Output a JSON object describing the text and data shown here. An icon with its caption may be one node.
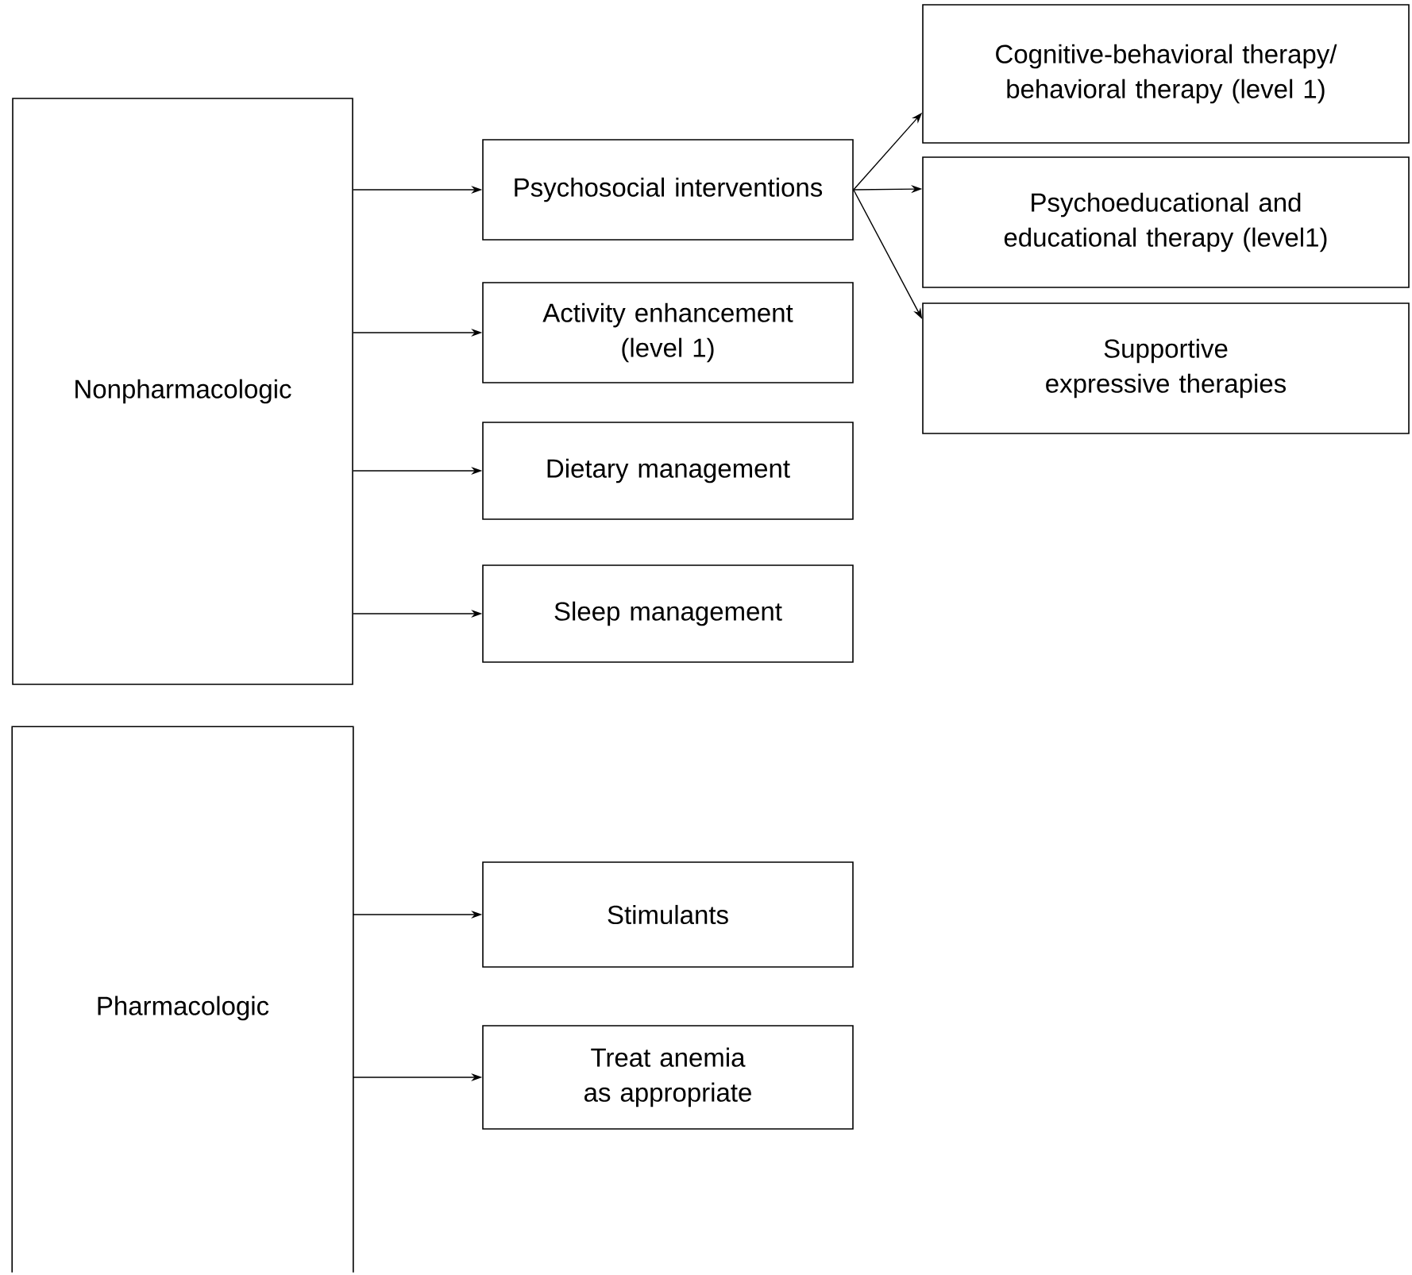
{
  "diagram": {
    "nodes": [
      {
        "text": [
          "Nonpharmacologic"
        ]
      },
      {
        "text": [
          "Psychosocial interventions"
        ]
      },
      {
        "text": [
          "Activity enhancement (level 1)"
        ]
      },
      {
        "text": [
          "Dietary management"
        ]
      },
      {
        "text": [
          "Sleep management"
        ]
      },
      {
        "text": [
          "Cognitive-behavioral therapy/ behavioral therapy (level 1)"
        ]
      },
      {
        "text": [
          "Psychoeducational and educational therapy (level1)"
        ]
      },
      {
        "text": [
          "Supportive expressive therapies"
        ]
      },
      {
        "text": [
          "Pharmacologic"
        ]
      },
      {
        "text": [
          "Stimulants"
        ]
      },
      {
        "text": [
          "Treat anemia as appropriate"
        ]
      }
    ],
    "edges": [
      {
        "from": 0,
        "to": 1,
        "arrow": "to"
      },
      {
        "from": 0,
        "to": 2,
        "arrow": "to"
      },
      {
        "from": 0,
        "to": 3,
        "arrow": "to"
      },
      {
        "from": 0,
        "to": 4,
        "arrow": "to"
      },
      {
        "from": 1,
        "to": 5,
        "arrow": "to"
      },
      {
        "from": 1,
        "to": 6,
        "arrow": "to"
      },
      {
        "from": 1,
        "to": 7,
        "arrow": "to"
      },
      {
        "from": 8,
        "to": 9,
        "arrow": "to"
      },
      {
        "from": 8,
        "to": 10,
        "arrow": "to"
      }
    ]
  }
}
